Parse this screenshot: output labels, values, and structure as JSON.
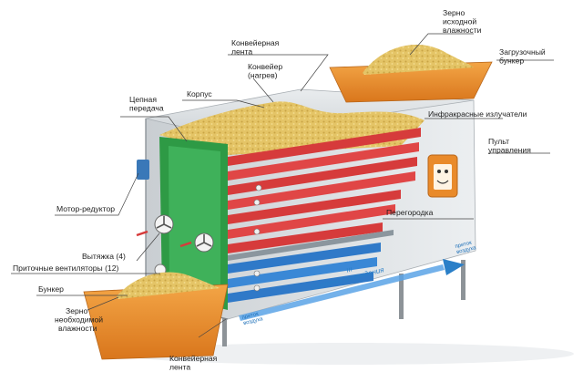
{
  "labels": {
    "grain_initial": [
      "Зерно",
      "исходной",
      "влажности"
    ],
    "loading_hopper": [
      "Загрузочный",
      "бункер"
    ],
    "conveyor_belt_top": [
      "Конвейерная",
      "лента"
    ],
    "conveyor_heat": [
      "Конвейер",
      "(нагрев)"
    ],
    "chain_drive": [
      "Цепная",
      "передача"
    ],
    "housing": "Корпус",
    "infrared": "Инфракрасные излучатели",
    "control_panel": [
      "Пульт",
      "управления"
    ],
    "motor_reducer": "Мотор-редуктор",
    "partition": "Перегородка",
    "exhaust": "Вытяжка (4)",
    "supply_fans": "Приточные вентиляторы (12)",
    "cooling_system": "Система охлаждения",
    "air_intake_right": [
      "приток",
      "воздуха"
    ],
    "air_intake_left": [
      "приток",
      "воздуха"
    ],
    "bunker": "Бункер",
    "grain_needed": [
      "Зерно",
      "необходимой",
      "влажности"
    ],
    "conveyor_belt_bottom": [
      "Конвейерная",
      "лента"
    ]
  },
  "colors": {
    "grain": "#e6c56a",
    "hopper": "#e98a2a",
    "heated_belt": "#d63b3b",
    "cooled_belt": "#2f79c8",
    "frame_green": "#2e9a45",
    "housing": "#d9dde0",
    "airflow": "#2a7fc8"
  }
}
